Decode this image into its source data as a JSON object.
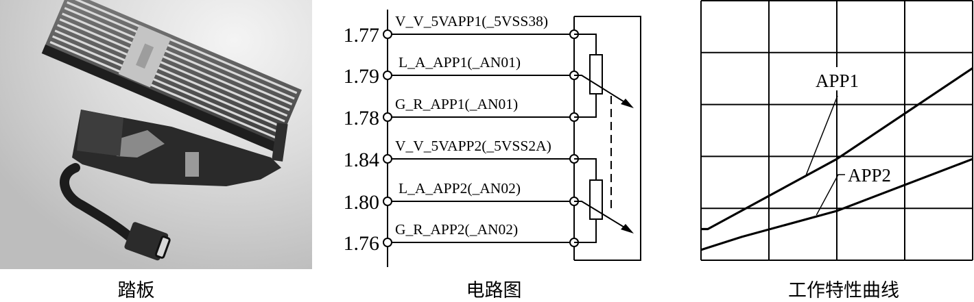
{
  "figure": {
    "panels": [
      {
        "id": "pedal",
        "caption": "踏板"
      },
      {
        "id": "circuit",
        "caption": "电路图"
      },
      {
        "id": "curves",
        "caption": "工作特性曲线"
      }
    ]
  },
  "circuit": {
    "pins": [
      {
        "number": "1.77",
        "signal": "V_V_5VAPP1(_5VSS38)",
        "role": "supply",
        "sensor": "APP1"
      },
      {
        "number": "1.79",
        "signal": "L_A_APP1(_AN01)",
        "role": "signal",
        "sensor": "APP1"
      },
      {
        "number": "1.78",
        "signal": "G_R_APP1(_AN01)",
        "role": "ground",
        "sensor": "APP1"
      },
      {
        "number": "1.84",
        "signal": "V_V_5VAPP2(_5VSS2A)",
        "role": "supply",
        "sensor": "APP2"
      },
      {
        "number": "1.80",
        "signal": "L_A_APP2(_AN02)",
        "role": "signal",
        "sensor": "APP2"
      },
      {
        "number": "1.76",
        "signal": "G_R_APP2(_AN02)",
        "role": "ground",
        "sensor": "APP2"
      }
    ],
    "components": [
      "potentiometer-APP1",
      "potentiometer-APP2",
      "mechanical-link-dashed"
    ]
  },
  "chart_data": {
    "type": "line",
    "title": "工作特性曲线",
    "xlabel": "",
    "ylabel": "",
    "grid": true,
    "grid_divisions": {
      "x": 4,
      "y": 5
    },
    "xlim": [
      0,
      4
    ],
    "ylim": [
      0,
      5
    ],
    "series": [
      {
        "name": "APP1",
        "x": [
          0,
          0.1,
          2.0,
          4.0
        ],
        "y": [
          0.6,
          0.6,
          1.95,
          3.7
        ]
      },
      {
        "name": "APP2",
        "x": [
          0,
          0.6,
          2.0,
          4.0
        ],
        "y": [
          0.2,
          0.45,
          0.95,
          1.95
        ]
      }
    ],
    "annotations": [
      {
        "text": "APP1",
        "points_to": "APP1"
      },
      {
        "text": "APP2",
        "points_to": "APP2"
      }
    ]
  }
}
